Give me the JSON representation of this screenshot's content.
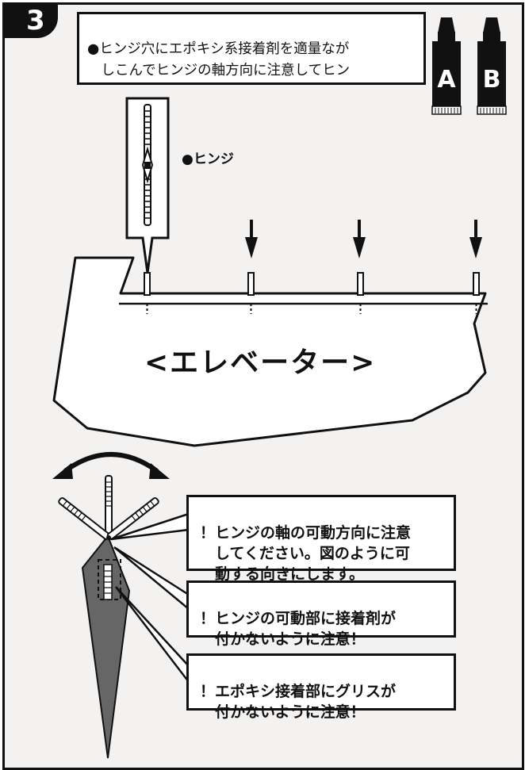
{
  "step": {
    "number": "3",
    "instruction": "●ヒンジ穴にエポキシ系接着剤を適量なが\n　しこんでヒンジの軸方向に注意してヒン\n　ジを接着します。"
  },
  "adhesive": {
    "bottle_a_label": "A",
    "bottle_b_label": "B"
  },
  "hinge_label": "●ヒンジ",
  "elevator_label": "<エレベーター>",
  "callouts": [
    {
      "text": "！ヒンジの軸の可動方向に注意\n　してください。図のように可\n　動する向きにします。"
    },
    {
      "text": "！ヒンジの可動部に接着剤が\n　付かないように注意！"
    },
    {
      "text": "！エポキシ接着部にグリスが\n　付かないように注意！"
    }
  ],
  "colors": {
    "ink": "#111111",
    "panel": "#f3f2f1",
    "elevator_fill": "#666666"
  }
}
